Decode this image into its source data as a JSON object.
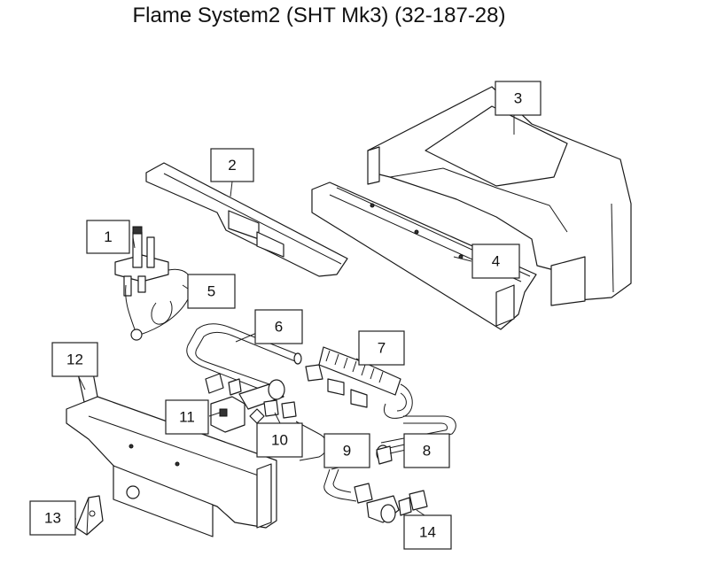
{
  "title": "Flame System2 (SHT Mk3) (32-187-28)",
  "parts": [
    {
      "number": "1"
    },
    {
      "number": "2"
    },
    {
      "number": "3"
    },
    {
      "number": "4"
    },
    {
      "number": "5"
    },
    {
      "number": "6"
    },
    {
      "number": "7"
    },
    {
      "number": "8"
    },
    {
      "number": "9"
    },
    {
      "number": "10"
    },
    {
      "number": "11"
    },
    {
      "number": "12"
    },
    {
      "number": "13"
    },
    {
      "number": "14"
    }
  ]
}
